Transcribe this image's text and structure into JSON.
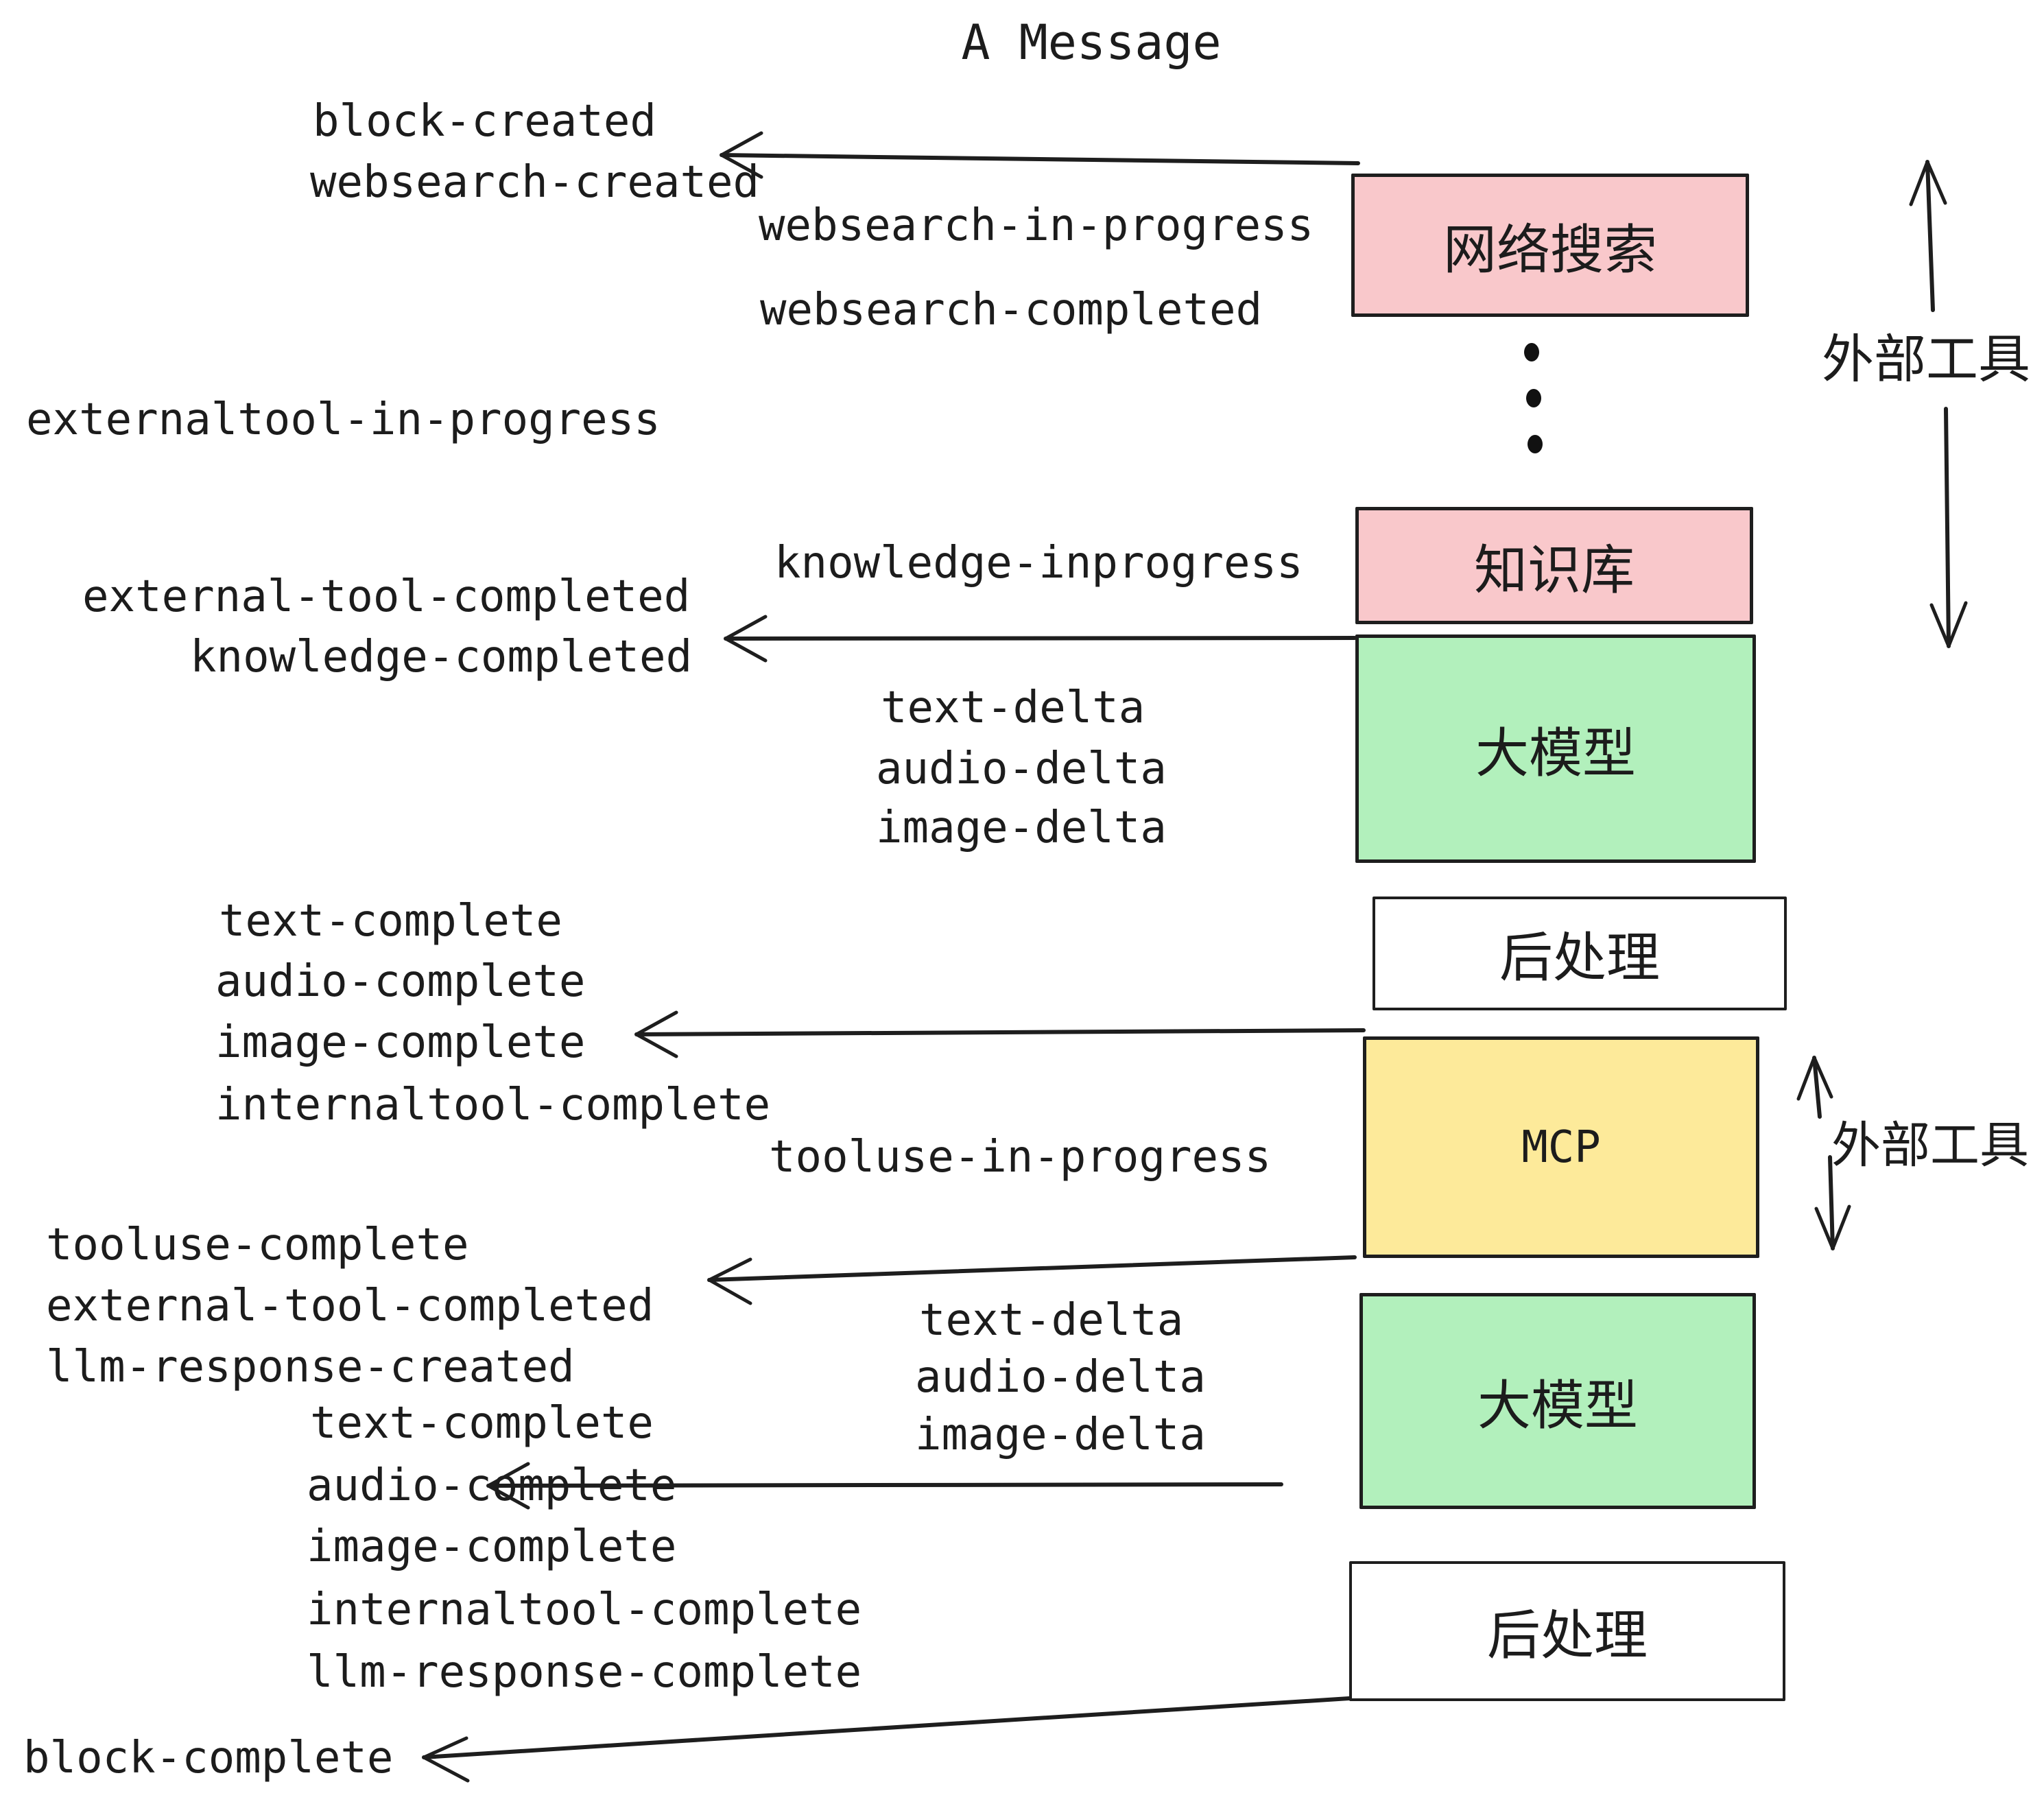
{
  "title": "A Message",
  "events": {
    "block_created": "block-created",
    "websearch_created": "websearch-created",
    "websearch_in_progress": "websearch-in-progress",
    "websearch_completed": "websearch-completed",
    "externaltool_in_progress": "externaltool-in-progress",
    "knowledge_inprogress": "knowledge-inprogress",
    "external_tool_completed_1": "external-tool-completed",
    "knowledge_completed": "knowledge-completed",
    "text_delta_1": "text-delta",
    "audio_delta_1": "audio-delta",
    "image_delta_1": "image-delta",
    "text_complete_1": "text-complete",
    "audio_complete_1": "audio-complete",
    "image_complete_1": "image-complete",
    "internaltool_complete_1": "internaltool-complete",
    "tooluse_in_progress": "tooluse-in-progress",
    "tooluse_complete": "tooluse-complete",
    "external_tool_completed_2": "external-tool-completed",
    "llm_response_created": "llm-response-created",
    "text_delta_2": "text-delta",
    "audio_delta_2": "audio-delta",
    "image_delta_2": "image-delta",
    "text_complete_2": "text-complete",
    "audio_complete_2": "audio-complete",
    "image_complete_2": "image-complete",
    "internaltool_complete_2": "internaltool-complete",
    "llm_response_complete": "llm-response-complete",
    "block_complete": "block-complete"
  },
  "nodes": {
    "websearch": "网络搜索",
    "knowledge": "知识库",
    "llm_1": "大模型",
    "postprocess_1": "后处理",
    "mcp": "MCP",
    "llm_2": "大模型",
    "postprocess_2": "后处理"
  },
  "annotations": {
    "external_tools_top": "外部工具",
    "external_tools_mcp": "外部工具"
  },
  "colors": {
    "pink": "#F9C8CB",
    "green": "#B2F0BC",
    "yellow": "#FDEA9A",
    "white": "#FFFFFF",
    "stroke": "#1E1E1E"
  }
}
